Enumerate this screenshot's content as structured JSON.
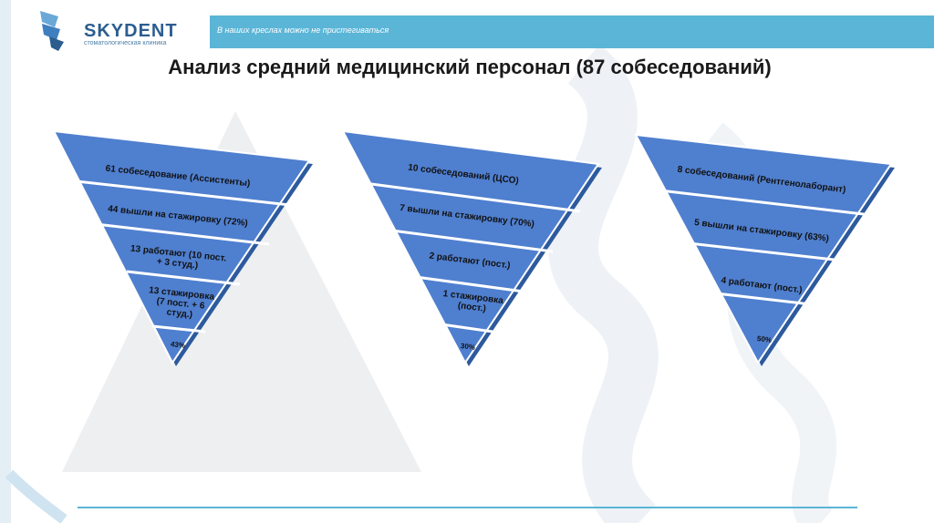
{
  "header": {
    "brand": "SKYDENT",
    "brand_sub": "стоматологическая клиника",
    "slogan": "В наших креслах можно не пристегиваться"
  },
  "title": "Анализ средний медицинский персонал (87 собеседований)",
  "colors": {
    "banner": "#5bb5d6",
    "funnel_fill": "#4f7fcf",
    "funnel_dark": "#2d5a9e"
  },
  "funnels": [
    {
      "segments": [
        "61 собеседование (Ассистенты)",
        "44 вышли на стажировку (72%)",
        "13 работают (10 пост. + 3 студ.)",
        "13 стажировка (7 пост. + 6 студ.)",
        "43%"
      ]
    },
    {
      "segments": [
        "10 собеседований (ЦСО)",
        "7 вышли на стажировку (70%)",
        "2 работают (пост.)",
        "1 стажировка (пост.)",
        "30%"
      ]
    },
    {
      "segments": [
        "8 собеседований (Рентгенолаборант)",
        "5 вышли на стажировку (63%)",
        "4 работают (пост.)",
        "",
        "50%"
      ]
    }
  ]
}
